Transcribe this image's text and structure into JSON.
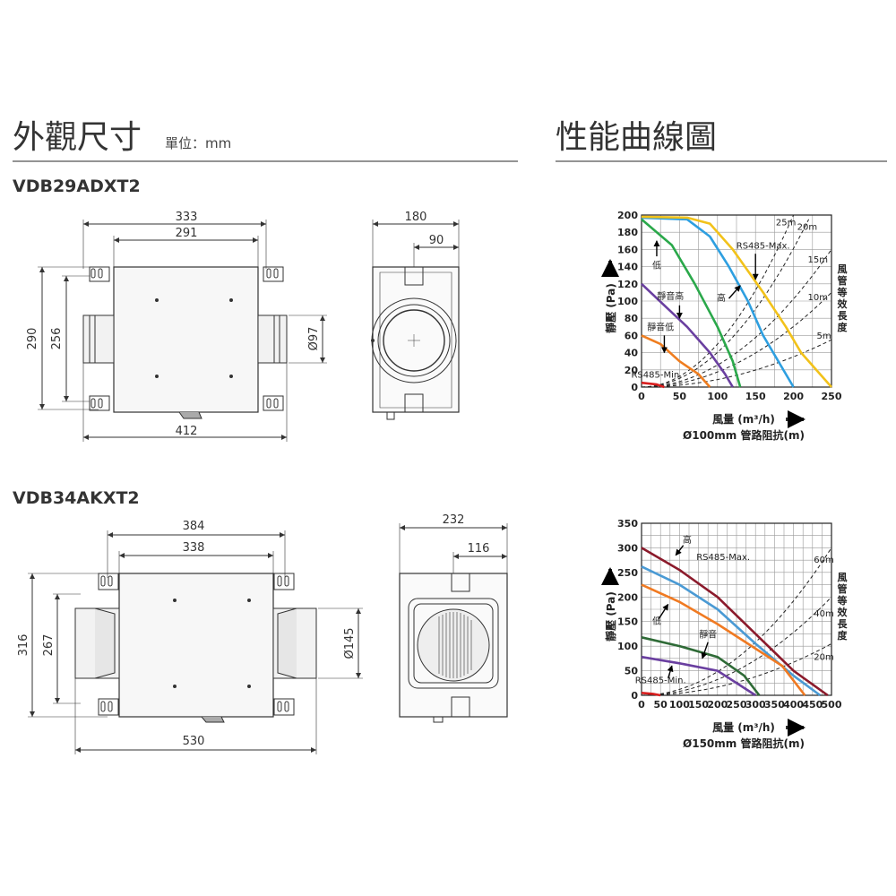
{
  "left": {
    "title": "外觀尺寸",
    "unit": "單位：mm"
  },
  "right": {
    "title": "性能曲線圖"
  },
  "model1": {
    "name": "VDB29ADXT2",
    "front": {
      "w_outer": "333",
      "w_inner": "291",
      "h_outer": "290",
      "h_inner": "256",
      "total": "412",
      "duct": "Ø97"
    },
    "side": {
      "w": "180",
      "half": "90"
    }
  },
  "model2": {
    "name": "VDB34AKXT2",
    "front": {
      "w_outer": "384",
      "w_inner": "338",
      "h_outer": "316",
      "h_inner": "267",
      "total": "530",
      "duct": "Ø145"
    },
    "side": {
      "w": "232",
      "half": "116"
    }
  },
  "chart_data": [
    {
      "type": "line",
      "ylabel": "靜壓 (Pa)",
      "xlabel": "風量 (m³/h)",
      "subtitle": "Ø100mm 管路阻抗(m)",
      "right_label": "風管等效長度",
      "xlim": [
        0,
        250
      ],
      "ylim": [
        0,
        200
      ],
      "xticks": [
        0,
        50,
        100,
        150,
        200,
        250
      ],
      "yticks": [
        0,
        20,
        40,
        60,
        80,
        100,
        120,
        140,
        160,
        180,
        200
      ],
      "grid": true,
      "annotations": [
        "低",
        "靜音高",
        "高",
        "靜音低",
        "RS485-Max.",
        "RS485-Min."
      ],
      "duct_lengths": [
        "25m",
        "20m",
        "15m",
        "10m",
        "5m"
      ],
      "series": [
        {
          "color": "#d81e1e",
          "x": [
            0,
            20,
            30
          ],
          "y": [
            5,
            3,
            0
          ]
        },
        {
          "color": "#ef7d1f",
          "x": [
            0,
            25,
            50,
            75,
            90
          ],
          "y": [
            60,
            50,
            30,
            15,
            0
          ]
        },
        {
          "color": "#6a3fa0",
          "x": [
            0,
            30,
            60,
            90,
            110,
            120
          ],
          "y": [
            120,
            95,
            70,
            40,
            15,
            0
          ]
        },
        {
          "color": "#2aa84a",
          "x": [
            0,
            40,
            70,
            100,
            120,
            130
          ],
          "y": [
            195,
            165,
            120,
            70,
            30,
            0
          ]
        },
        {
          "color": "#2e9fe0",
          "x": [
            0,
            60,
            90,
            115,
            140,
            160,
            200
          ],
          "y": [
            197,
            195,
            175,
            140,
            100,
            60,
            0
          ]
        },
        {
          "color": "#f2c21a",
          "x": [
            0,
            60,
            90,
            120,
            160,
            190,
            210,
            250
          ],
          "y": [
            198,
            197,
            190,
            160,
            110,
            70,
            40,
            0
          ]
        }
      ],
      "resistance": [
        {
          "label": "25m",
          "x": [
            0,
            200
          ],
          "y": [
            0,
            200
          ]
        },
        {
          "label": "20m",
          "x": [
            0,
            220
          ],
          "y": [
            0,
            195
          ]
        },
        {
          "label": "15m",
          "x": [
            0,
            250
          ],
          "y": [
            0,
            160
          ]
        },
        {
          "label": "10m",
          "x": [
            0,
            250
          ],
          "y": [
            0,
            110
          ]
        },
        {
          "label": "5m",
          "x": [
            0,
            250
          ],
          "y": [
            0,
            55
          ]
        }
      ]
    },
    {
      "type": "line",
      "ylabel": "靜壓 (Pa)",
      "xlabel": "風量 (m³/h)",
      "subtitle": "Ø150mm 管路阻抗(m)",
      "right_label": "風管等效長度",
      "xlim": [
        0,
        500
      ],
      "ylim": [
        0,
        350
      ],
      "xticks": [
        0,
        50,
        100,
        150,
        200,
        250,
        300,
        350,
        400,
        450,
        500
      ],
      "yticks": [
        0,
        50,
        100,
        150,
        200,
        250,
        300,
        350
      ],
      "grid": true,
      "annotations": [
        "高",
        "低",
        "靜音",
        "RS485-Max.",
        "RS485-Min."
      ],
      "duct_lengths": [
        "60m",
        "40m",
        "20m"
      ],
      "series": [
        {
          "color": "#8b1a2b",
          "x": [
            0,
            100,
            200,
            300,
            400,
            490
          ],
          "y": [
            300,
            255,
            200,
            125,
            50,
            0
          ]
        },
        {
          "color": "#4a9ad4",
          "x": [
            0,
            100,
            200,
            300,
            400,
            470
          ],
          "y": [
            262,
            225,
            175,
            105,
            40,
            0
          ]
        },
        {
          "color": "#f07a22",
          "x": [
            0,
            100,
            200,
            300,
            370,
            430
          ],
          "y": [
            225,
            190,
            145,
            95,
            60,
            0
          ]
        },
        {
          "color": "#2f6b37",
          "x": [
            0,
            100,
            200,
            270,
            310
          ],
          "y": [
            118,
            100,
            78,
            40,
            0
          ]
        },
        {
          "color": "#6a3fa0",
          "x": [
            0,
            100,
            200,
            260,
            300
          ],
          "y": [
            78,
            65,
            50,
            20,
            0
          ]
        },
        {
          "color": "#d81e1e",
          "x": [
            0,
            30,
            50
          ],
          "y": [
            5,
            3,
            0
          ]
        }
      ],
      "resistance": [
        {
          "label": "60m",
          "x": [
            0,
            500
          ],
          "y": [
            0,
            300
          ]
        },
        {
          "label": "40m",
          "x": [
            0,
            500
          ],
          "y": [
            0,
            200
          ]
        },
        {
          "label": "20m",
          "x": [
            0,
            500
          ],
          "y": [
            0,
            105
          ]
        }
      ]
    }
  ]
}
